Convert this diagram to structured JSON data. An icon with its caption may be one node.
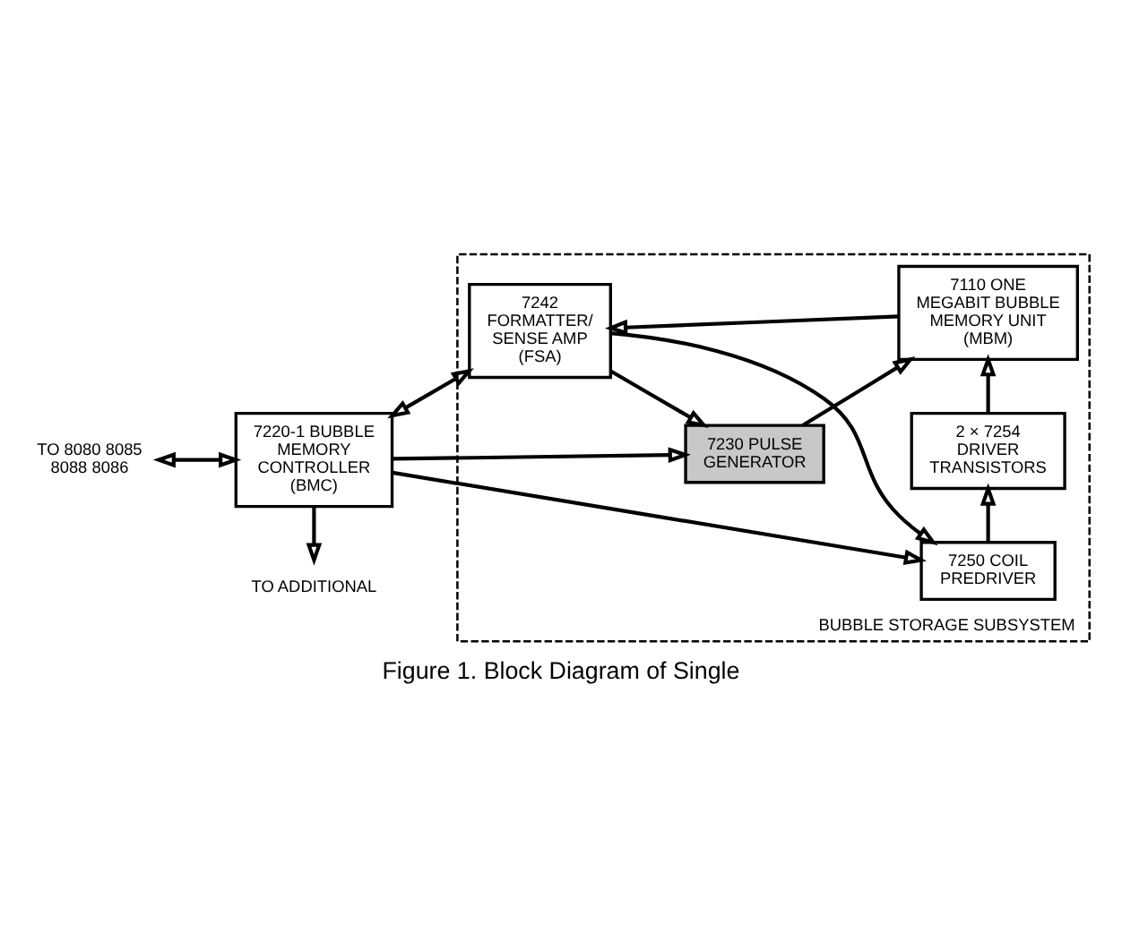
{
  "diagram": {
    "caption": "Figure 1. Block Diagram of Single",
    "nodes": [
      {
        "text": [
          "TO 8080 8085 8088 8086"
        ]
      },
      {
        "text": [
          "7220-1 BUBBLE MEMORY CONTROLLER (BMC)"
        ]
      },
      {
        "text": [
          "BUBBLE STORAGE SUBSYSTEM"
        ]
      },
      {
        "text": [
          "7250 COIL PREDRIVER"
        ],
        "in": 2
      },
      {
        "text": [
          "2 × 7254 DRIVER TRANSISTORS"
        ],
        "in": 2
      },
      {
        "text": [
          "7242 FORMATTER/ SENSE AMP (FSA)"
        ],
        "in": 2
      },
      {
        "text": [
          "7110 ONE MEGABIT BUBBLE MEMORY UNIT (MBM)"
        ],
        "in": 2
      },
      {
        "text": [
          "7230 PULSE GENERATOR"
        ],
        "in": 2
      },
      {
        "text": [
          "TO ADDITIONAL"
        ]
      }
    ],
    "edges": [
      {
        "from": 0,
        "to": 1,
        "arrow": "both"
      },
      {
        "from": 1,
        "to": 5,
        "arrow": "both"
      },
      {
        "from": 1,
        "to": 8,
        "arrow": "to"
      },
      {
        "from": 1,
        "to": 3,
        "arrow": "to"
      },
      {
        "from": 1,
        "to": 7,
        "arrow": "to"
      },
      {
        "from": 5,
        "to": 3,
        "arrow": "to"
      },
      {
        "from": 3,
        "to": 4,
        "arrow": "to"
      },
      {
        "from": 4,
        "to": 6,
        "arrow": "to"
      },
      {
        "from": 6,
        "to": 5,
        "arrow": "to"
      },
      {
        "from": 5,
        "to": 7,
        "arrow": "to"
      },
      {
        "from": 7,
        "to": 6,
        "arrow": "to"
      }
    ]
  }
}
